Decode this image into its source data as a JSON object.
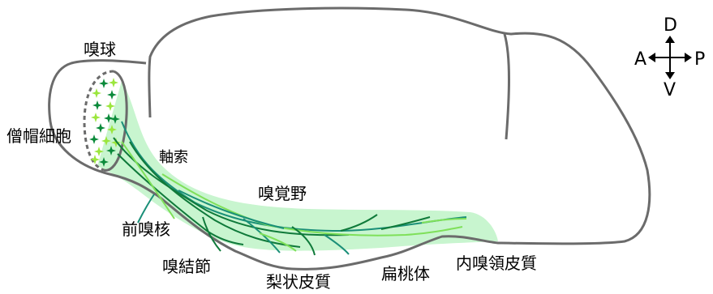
{
  "labels": {
    "olfactory_bulb": "嗅球",
    "mitral_cells": "僧帽細胞",
    "axons": "軸索",
    "olfactory_cortex": "嗅覚野",
    "anterior_olfactory_nucleus": "前嗅核",
    "olfactory_tubercle": "嗅結節",
    "piriform_cortex": "梨状皮質",
    "amygdala": "扁桃体",
    "entorhinal_cortex": "内嗅領皮質"
  },
  "compass": {
    "dorsal": "D",
    "ventral": "V",
    "anterior": "A",
    "posterior": "P"
  },
  "colors": {
    "outline": "#6b6b6b",
    "highlight": "#c8f5cf",
    "axon_dark": "#0f7a3a",
    "axon_teal": "#1a8f78",
    "axon_light": "#7fe05a",
    "cell_dark": "#0a8a3a",
    "cell_light": "#9be63c"
  }
}
